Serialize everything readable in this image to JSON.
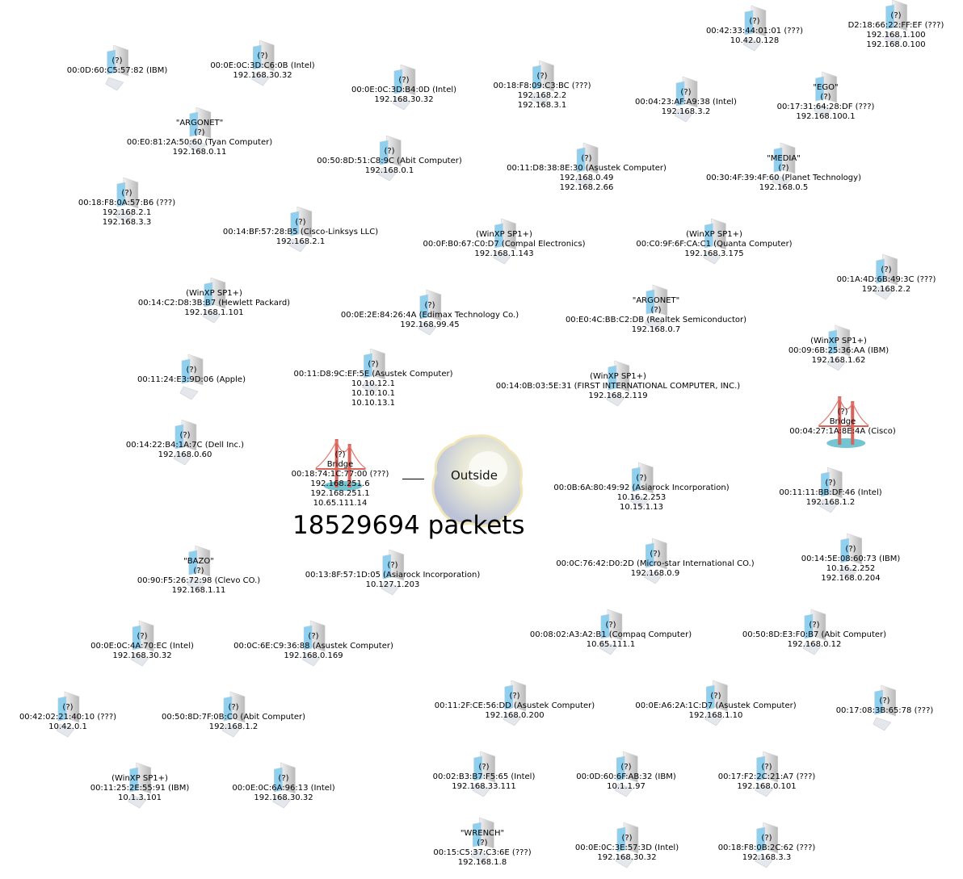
{
  "center": {
    "label": "Outside",
    "packets": "18529694 packets"
  },
  "nodes": [
    {
      "type": "computer",
      "lines": [
        "(?)",
        "00:0D:60:C5:57:82 (IBM)"
      ]
    },
    {
      "type": "computer",
      "lines": [
        "(?)",
        "00:0E:0C:3D:C6:0B (Intel)",
        "192.168.30.32"
      ]
    },
    {
      "type": "computer",
      "lines": [
        "(?)",
        "00:0E:0C:3D:B4:0D (Intel)",
        "192.168.30.32"
      ]
    },
    {
      "type": "computer",
      "lines": [
        "\"ARGONET\"",
        "(?)",
        "00:E0:81:2A:50:60 (Tyan Computer)",
        "192.168.0.11"
      ]
    },
    {
      "type": "computer",
      "lines": [
        "(?)",
        "00:50:8D:51:C8:9C (Abit Computer)",
        "192.168.0.1"
      ]
    },
    {
      "type": "computer",
      "lines": [
        "(?)",
        "00:18:F8:0A:57:B6 (???)",
        "192.168.2.1",
        "192.168.3.3"
      ]
    },
    {
      "type": "computer",
      "lines": [
        "(?)",
        "00:14:BF:57:28:B5 (Cisco-Linksys LLC)",
        "192.168.2.1"
      ]
    },
    {
      "type": "computer",
      "lines": [
        "(WinXP SP1+)",
        "00:0F:B0:67:C0:D7 (Compal Electronics)",
        "192.168.1.143"
      ]
    },
    {
      "type": "computer",
      "lines": [
        "(?)",
        "00:42:33:44:01:01 (???)",
        "10.42.0.128"
      ]
    },
    {
      "type": "computer",
      "lines": [
        "(?)",
        "D2:18:66:22:FF:EF (???)",
        "192.168.1.100",
        "192.168.0.100"
      ]
    },
    {
      "type": "computer",
      "lines": [
        "(?)",
        "00:18:F8:09:C3:BC (???)",
        "192.168.2.2",
        "192.168.3.1"
      ]
    },
    {
      "type": "computer",
      "lines": [
        "(?)",
        "00:04:23:AF:A9:38 (Intel)",
        "192.168.3.2"
      ]
    },
    {
      "type": "computer",
      "lines": [
        "\"EGO\"",
        "(?)",
        "00:17:31:64:28:DF (???)",
        "192.168.100.1"
      ]
    },
    {
      "type": "computer",
      "lines": [
        "(?)",
        "00:11:D8:38:8E:30 (Asustek Computer)",
        "192.168.0.49",
        "192.168.2.66"
      ]
    },
    {
      "type": "computer",
      "lines": [
        "\"MEDIA\"",
        "(?)",
        "00:30:4F:39:4F:60 (Planet Technology)",
        "192.168.0.5"
      ]
    },
    {
      "type": "computer",
      "lines": [
        "(WinXP SP1+)",
        "00:C0:9F:6F:CA:C1 (Quanta Computer)",
        "192.168.3.175"
      ]
    },
    {
      "type": "computer",
      "lines": [
        "(WinXP SP1+)",
        "00:14:C2:D8:3B:B7 (Hewlett Packard)",
        "192.168.1.101"
      ]
    },
    {
      "type": "computer",
      "lines": [
        "(?)",
        "00:0E:2E:84:26:4A (Edimax Technology Co.)",
        "192.168.99.45"
      ]
    },
    {
      "type": "computer",
      "lines": [
        "(?)",
        "00:11:24:E3:9D:06 (Apple)"
      ]
    },
    {
      "type": "computer",
      "lines": [
        "(?)",
        "00:11:D8:9C:EF:5E (Asustek Computer)",
        "10.10.12.1",
        "10.10.10.1",
        "10.10.13.1"
      ]
    },
    {
      "type": "computer",
      "lines": [
        "(?)",
        "00:14:22:B4:1A:7C (Dell Inc.)",
        "192.168.0.60"
      ]
    },
    {
      "type": "bridge",
      "lines": [
        "(?)",
        "Bridge",
        "00:18:74:1C:77:00 (???)",
        "192.168.251.6",
        "192.168.251.1",
        "10.65.111.14"
      ]
    },
    {
      "type": "computer",
      "lines": [
        "\"ARGONET\"",
        "(?)",
        "00:E0:4C:BB:C2:DB (Realtek Semiconductor)",
        "192.168.0.7"
      ]
    },
    {
      "type": "computer",
      "lines": [
        "(WinXP SP1+)",
        "00:14:0B:03:5E:31 (FIRST INTERNATIONAL COMPUTER, INC.)",
        "192.168.2.119"
      ]
    },
    {
      "type": "computer",
      "lines": [
        "(?)",
        "00:1A:4D:6B:49:3C (???)",
        "192.168.2.2"
      ]
    },
    {
      "type": "computer",
      "lines": [
        "(WinXP SP1+)",
        "00:09:6B:25:36:AA (IBM)",
        "192.168.1.62"
      ]
    },
    {
      "type": "bridge",
      "lines": [
        "(?)",
        "Bridge",
        "00:04:27:1A:8E:4A (Cisco)"
      ]
    },
    {
      "type": "computer",
      "lines": [
        "(?)",
        "00:0B:6A:80:49:92 (Asiarock Incorporation)",
        "10.16.2.253",
        "10.15.1.13"
      ]
    },
    {
      "type": "computer",
      "lines": [
        "(?)",
        "00:11:11:BB:DF:46 (Intel)",
        "192.168.1.2"
      ]
    },
    {
      "type": "computer",
      "lines": [
        "\"BAZO\"",
        "(?)",
        "00:90:F5:26:72:98 (Clevo CO.)",
        "192.168.1.11"
      ]
    },
    {
      "type": "computer",
      "lines": [
        "(?)",
        "00:13:8F:57:1D:05 (Asiarock Incorporation)",
        "10.127.1.203"
      ]
    },
    {
      "type": "computer",
      "lines": [
        "(?)",
        "00:0C:76:42:D0:2D (Micro-star International CO.)",
        "192.168.0.9"
      ]
    },
    {
      "type": "computer",
      "lines": [
        "(?)",
        "00:14:5E:08:60:73 (IBM)",
        "10.16.2.252",
        "192.168.0.204"
      ]
    },
    {
      "type": "computer",
      "lines": [
        "(?)",
        "00:0E:0C:4A:70:EC (Intel)",
        "192.168.30.32"
      ]
    },
    {
      "type": "computer",
      "lines": [
        "(?)",
        "00:0C:6E:C9:36:88 (Asustek Computer)",
        "192.168.0.169"
      ]
    },
    {
      "type": "computer",
      "lines": [
        "(?)",
        "00:08:02:A3:A2:B1 (Compaq Computer)",
        "10.65.111.1"
      ]
    },
    {
      "type": "computer",
      "lines": [
        "(?)",
        "00:50:8D:E3:F0:B7 (Abit Computer)",
        "192.168.0.12"
      ]
    },
    {
      "type": "computer",
      "lines": [
        "(?)",
        "00:42:02:21:40:10 (???)",
        "10.42.0.1"
      ]
    },
    {
      "type": "computer",
      "lines": [
        "(?)",
        "00:50:8D:7F:0B:C0 (Abit Computer)",
        "192.168.1.2"
      ]
    },
    {
      "type": "computer",
      "lines": [
        "(?)",
        "00:11:2F:CE:56:DD (Asustek Computer)",
        "192.168.0.200"
      ]
    },
    {
      "type": "computer",
      "lines": [
        "(?)",
        "00:0E:A6:2A:1C:D7 (Asustek Computer)",
        "192.168.1.10"
      ]
    },
    {
      "type": "computer",
      "lines": [
        "(?)",
        "00:17:08:3B:65:78 (???)"
      ]
    },
    {
      "type": "computer",
      "lines": [
        "(WinXP SP1+)",
        "00:11:25:2E:55:91 (IBM)",
        "10.1.3.101"
      ]
    },
    {
      "type": "computer",
      "lines": [
        "(?)",
        "00:0E:0C:6A:96:13 (Intel)",
        "192.168.30.32"
      ]
    },
    {
      "type": "computer",
      "lines": [
        "(?)",
        "00:02:B3:B7:F5:65 (Intel)",
        "192.168.33.111"
      ]
    },
    {
      "type": "computer",
      "lines": [
        "(?)",
        "00:0D:60:6F:AB:32 (IBM)",
        "10.1.1.97"
      ]
    },
    {
      "type": "computer",
      "lines": [
        "(?)",
        "00:17:F2:2C:21:A7 (???)",
        "192.168.0.101"
      ]
    },
    {
      "type": "computer",
      "lines": [
        "\"WRENCH\"",
        "(?)",
        "00:15:C5:37:C3:6E (???)",
        "192.168.1.8"
      ]
    },
    {
      "type": "computer",
      "lines": [
        "(?)",
        "00:0E:0C:3E:57:3D (Intel)",
        "192.168.30.32"
      ]
    },
    {
      "type": "computer",
      "lines": [
        "(?)",
        "00:18:F8:0B:2C:62 (???)",
        "192.168.3.3"
      ]
    }
  ]
}
